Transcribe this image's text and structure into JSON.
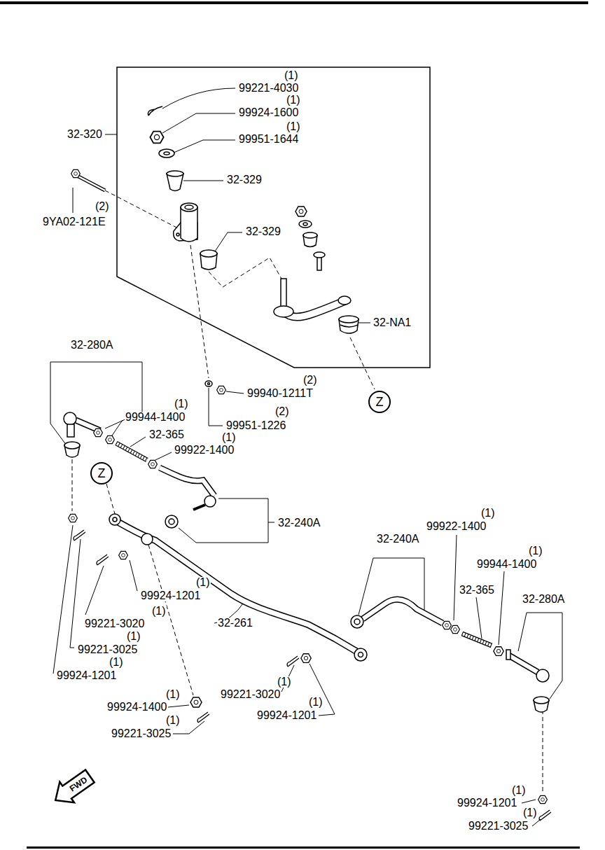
{
  "diagram": {
    "nodes": [
      {
        "text": [
          "Z"
        ]
      },
      {
        "text": [
          "Z"
        ]
      }
    ],
    "labels": [
      "(1)",
      "99221-4030",
      "(1)",
      "99924-1600",
      "(1)",
      "99951-1644",
      "32-320",
      "(2)",
      "9YA02-121E",
      "32-329",
      "32-329",
      "32-NA1",
      "32-280A",
      "(2)",
      "99940-1211T",
      "(2)",
      "99951-1226",
      "(1)",
      "99944-1400",
      "32-365",
      "(1)",
      "99922-1400",
      "32-240A",
      "32-240A",
      "(1)",
      "99922-1400",
      "(1)",
      "99944-1400",
      "32-365",
      "32-280A",
      "(1)",
      "99924-1201",
      "32-261",
      "(1)",
      "99221-3020",
      "(1)",
      "99221-3025",
      "(1)",
      "99924-1201",
      "(1)",
      "99924-1400",
      "(1)",
      "99221-3025",
      "(1)",
      "99221-3020",
      "(1)",
      "99924-1201",
      "(1)",
      "99924-1201",
      "(1)",
      "99221-3025",
      "FWD"
    ]
  }
}
